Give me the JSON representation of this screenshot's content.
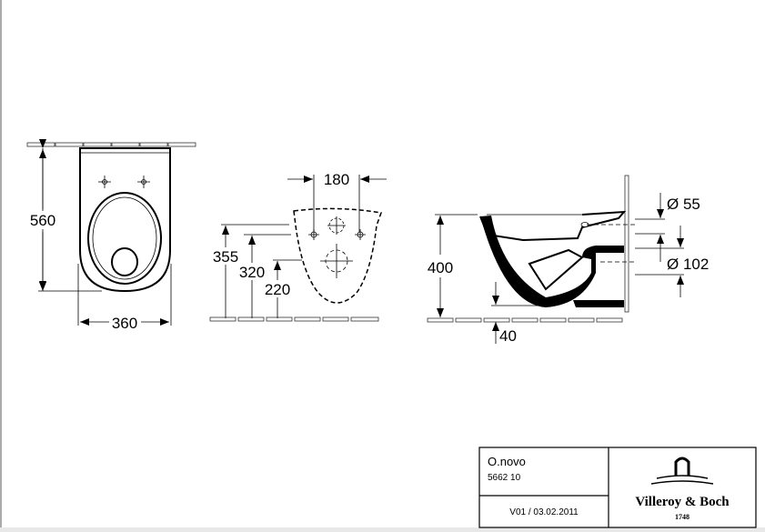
{
  "front_view": {
    "height_label": "560",
    "width_label": "360"
  },
  "rear_view": {
    "spacing_label": "180",
    "h1_label": "355",
    "h2_label": "320",
    "h3_label": "220"
  },
  "side_view": {
    "height_label": "400",
    "floor_gap_label": "40",
    "inlet_label": "Ø 55",
    "outlet_label": "Ø 102"
  },
  "title_block": {
    "product_name": "O.novo",
    "article_number": "5662 10",
    "version": "V01 / 03.02.2011",
    "brand": "Villeroy & Boch",
    "brand_year": "1748"
  }
}
